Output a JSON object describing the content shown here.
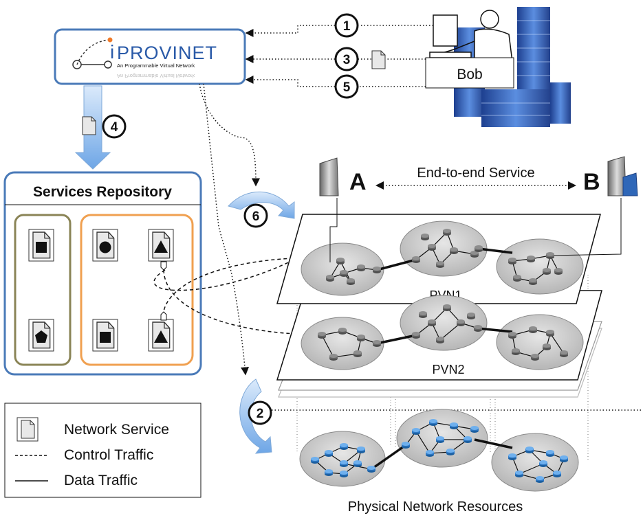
{
  "logo": {
    "brand": "PROVINET",
    "brand_prefix": "i",
    "tagline": "An Programmable Virtual Network"
  },
  "user": {
    "name": "Bob"
  },
  "steps": [
    "1",
    "2",
    "3",
    "4",
    "5",
    "6"
  ],
  "repository": {
    "title": "Services Repository"
  },
  "endpoints": {
    "a": "A",
    "b": "B",
    "service_label": "End-to-end Service"
  },
  "layers": {
    "pvn1": "PVN1",
    "pvn2": "PVN2",
    "physical": "Physical Network Resources"
  },
  "legend": {
    "network_service": "Network Service",
    "control_traffic": "Control Traffic",
    "data_traffic": "Data Traffic"
  },
  "colors": {
    "box_border": "#4a7ab8",
    "olive": "#8a8456",
    "orange": "#f0a050",
    "arrow_blue": "#7fb2e8",
    "router_gray": "#6c6c6c",
    "router_blue": "#2f7fc8",
    "cloud_gray": "#cfcfcf"
  }
}
